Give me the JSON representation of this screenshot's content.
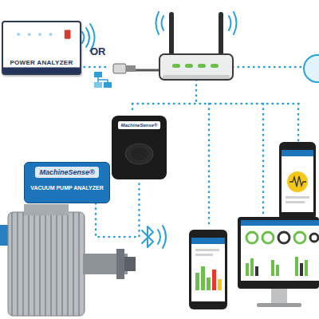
{
  "diagram": {
    "nodes": [
      {
        "text": [
          "POWER ANALYZER"
        ]
      },
      {
        "text": [
          "MachineSense®"
        ]
      },
      {
        "text": [
          "MachineSense®",
          "VACUUM PUMP ANALYZER"
        ]
      }
    ],
    "edges": [
      {
        "from": 2,
        "to": 1,
        "arrow": "none"
      }
    ],
    "labels": [
      "OR"
    ]
  }
}
